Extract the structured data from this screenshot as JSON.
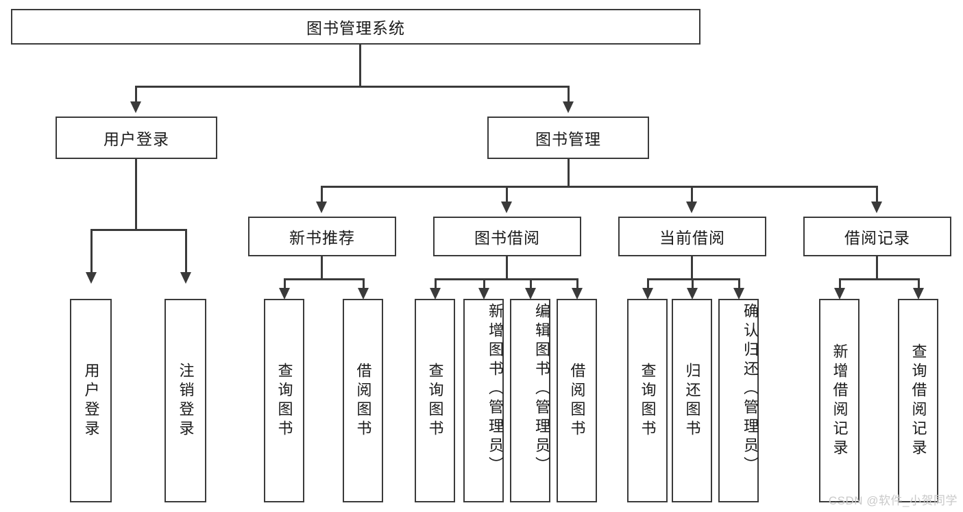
{
  "diagram": {
    "title": "图书管理系统",
    "type": "hierarchy-tree",
    "root": {
      "label": "图书管理系统"
    },
    "level2": [
      {
        "label": "用户登录"
      },
      {
        "label": "图书管理"
      }
    ],
    "level3": [
      {
        "label": "新书推荐"
      },
      {
        "label": "图书借阅"
      },
      {
        "label": "当前借阅"
      },
      {
        "label": "借阅记录"
      }
    ],
    "leaves": {
      "user_login": [
        {
          "label": "用户登录"
        },
        {
          "label": "注销登录"
        }
      ],
      "new_book_recommend": [
        {
          "label": "查询图书"
        },
        {
          "label": "借阅图书"
        }
      ],
      "book_borrow": [
        {
          "label": "查询图书"
        },
        {
          "label": "新增图书（管理员）"
        },
        {
          "label": "编辑图书（管理员）"
        },
        {
          "label": "借阅图书"
        }
      ],
      "current_borrow": [
        {
          "label": "查询图书"
        },
        {
          "label": "归还图书"
        },
        {
          "label": "确认归还（管理员）"
        }
      ],
      "borrow_record": [
        {
          "label": "新增借阅记录"
        },
        {
          "label": "查询借阅记录"
        }
      ]
    }
  },
  "watermark": {
    "text": "CSDN @软件_小贺同学"
  },
  "colors": {
    "stroke": "#3a3a3a",
    "background": "#ffffff",
    "text": "#1a1a1a",
    "watermark": "#c9c9c9"
  }
}
